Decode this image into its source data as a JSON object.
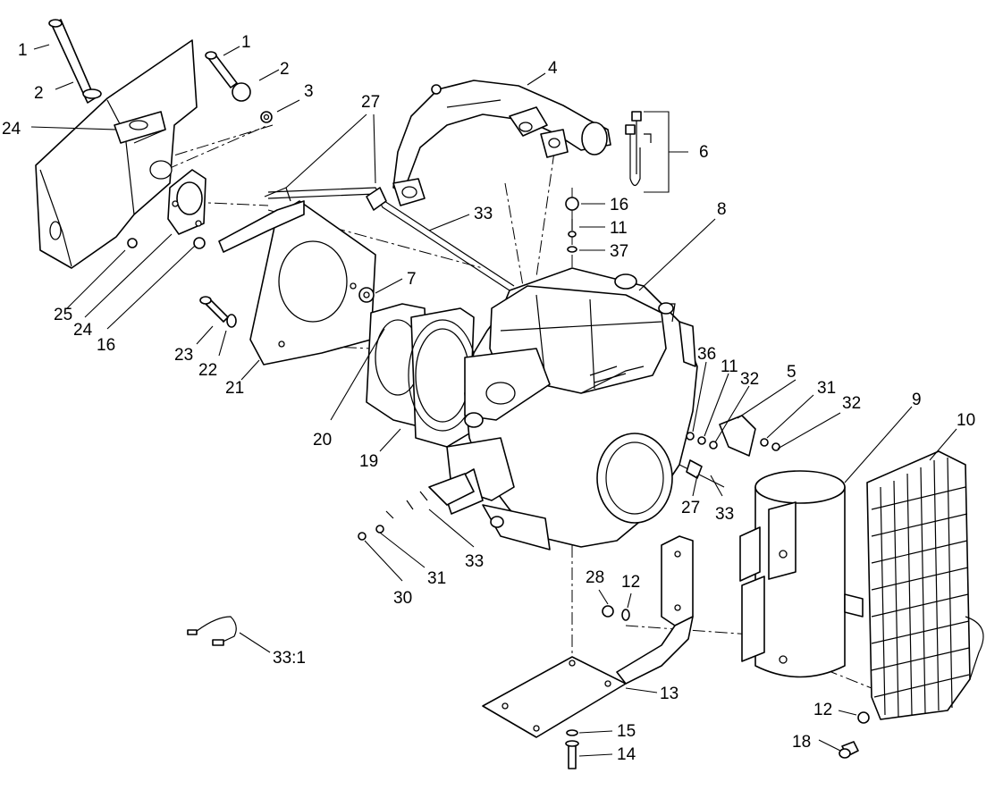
{
  "callouts": [
    {
      "id": "c1a",
      "text": "1"
    },
    {
      "id": "c2a",
      "text": "2"
    },
    {
      "id": "c24a",
      "text": "24"
    },
    {
      "id": "c1b",
      "text": "1"
    },
    {
      "id": "c2b",
      "text": "2"
    },
    {
      "id": "c3",
      "text": "3"
    },
    {
      "id": "c27a",
      "text": "27"
    },
    {
      "id": "c4",
      "text": "4"
    },
    {
      "id": "c6",
      "text": "6"
    },
    {
      "id": "c16a",
      "text": "16"
    },
    {
      "id": "c11a",
      "text": "11"
    },
    {
      "id": "c37",
      "text": "37"
    },
    {
      "id": "c33a",
      "text": "33"
    },
    {
      "id": "c8",
      "text": "8"
    },
    {
      "id": "c25",
      "text": "25"
    },
    {
      "id": "c24b",
      "text": "24"
    },
    {
      "id": "c16b",
      "text": "16"
    },
    {
      "id": "c7",
      "text": "7"
    },
    {
      "id": "c23",
      "text": "23"
    },
    {
      "id": "c22",
      "text": "22"
    },
    {
      "id": "c21",
      "text": "21"
    },
    {
      "id": "c36",
      "text": "36"
    },
    {
      "id": "c11b",
      "text": "11"
    },
    {
      "id": "c32a",
      "text": "32"
    },
    {
      "id": "c5",
      "text": "5"
    },
    {
      "id": "c31a",
      "text": "31"
    },
    {
      "id": "c32b",
      "text": "32"
    },
    {
      "id": "c9",
      "text": "9"
    },
    {
      "id": "c10",
      "text": "10"
    },
    {
      "id": "c20",
      "text": "20"
    },
    {
      "id": "c19",
      "text": "19"
    },
    {
      "id": "c27b",
      "text": "27"
    },
    {
      "id": "c33b",
      "text": "33"
    },
    {
      "id": "c33c",
      "text": "33"
    },
    {
      "id": "c31b",
      "text": "31"
    },
    {
      "id": "c30",
      "text": "30"
    },
    {
      "id": "c28",
      "text": "28"
    },
    {
      "id": "c12a",
      "text": "12"
    },
    {
      "id": "c33_1",
      "text": "33:1"
    },
    {
      "id": "c13",
      "text": "13"
    },
    {
      "id": "c12b",
      "text": "12"
    },
    {
      "id": "c15",
      "text": "15"
    },
    {
      "id": "c18",
      "text": "18"
    },
    {
      "id": "c14",
      "text": "14"
    }
  ]
}
